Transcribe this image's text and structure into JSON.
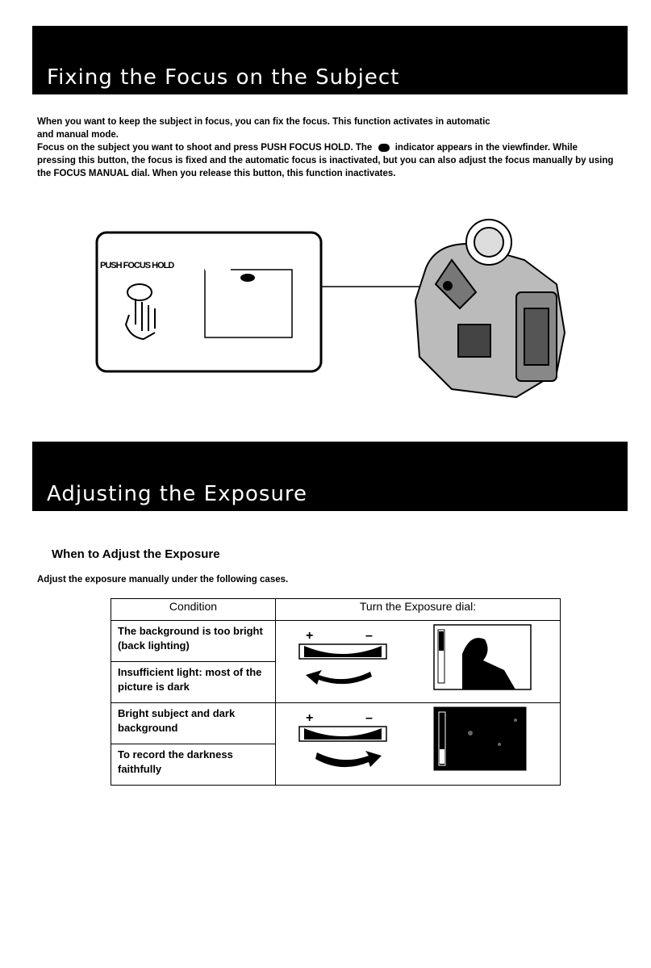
{
  "focus_section": {
    "title": "Fixing the Focus on the Subject",
    "para1_line1": "When you want to keep the subject in focus, you can fix the focus. This function activates in automatic",
    "para1_line2": "and manual mode.",
    "para2_a": "Focus on the subject you want to shoot and press PUSH FOCUS HOLD. The",
    "para2_b": "indicator appears in the viewfinder. While pressing this button, the focus is fixed and the automatic focus is inactivated, but you can also adjust the focus manually by using the FOCUS MANUAL dial. When you release this button, this function inactivates.",
    "indicator_icon": "focus-hold-icon",
    "diagram_label": "PUSH FOCUS HOLD"
  },
  "exposure_section": {
    "title": "Adjusting the Exposure",
    "subheading": "When to Adjust the Exposure",
    "intro": "Adjust the exposure manually under the following cases.",
    "table": {
      "headers": [
        "Condition",
        "Turn the Exposure dial:"
      ],
      "rows": [
        {
          "condition": "The background is too bright (back lighting)"
        },
        {
          "condition": "Insufficient light: most of the picture is dark"
        },
        {
          "condition": "Bright subject and dark background"
        },
        {
          "condition": "To record the darkness faithfully"
        }
      ],
      "dial_plus": "+",
      "dial_minus": "–"
    }
  }
}
